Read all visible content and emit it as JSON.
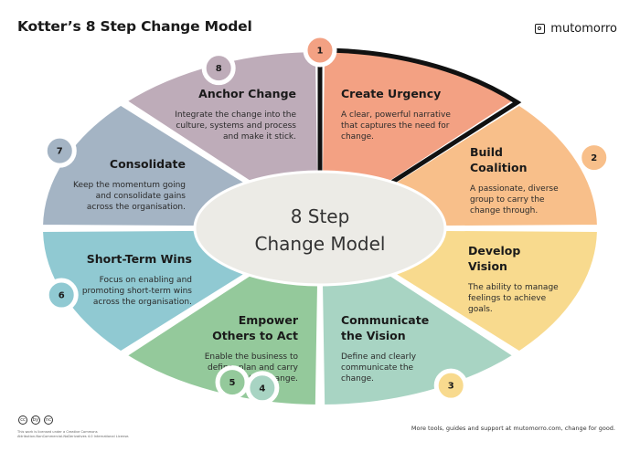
{
  "title": "Kotter’s 8 Step Change Model",
  "brand": {
    "name": "mutomorro"
  },
  "center": {
    "line1": "8 Step",
    "line2": "Change Model"
  },
  "steps": [
    {
      "number": "1",
      "title": [
        "Create Urgency"
      ],
      "desc": [
        "A clear, powerful narrative",
        "that captures the need for",
        "change."
      ],
      "color": "#f3a183"
    },
    {
      "number": "2",
      "title": [
        "Build",
        "Coalition"
      ],
      "desc": [
        "A passionate, diverse",
        "group to carry the",
        "change through."
      ],
      "color": "#f8bf8a"
    },
    {
      "number": "3",
      "title": [
        "Develop",
        "Vision"
      ],
      "desc": [
        "The ability to manage",
        "feelings to achieve",
        "goals."
      ],
      "color": "#f8da8e"
    },
    {
      "number": "4",
      "title": [
        "Communicate",
        "the Vision"
      ],
      "desc": [
        "Define and clearly",
        "communicate the",
        "change."
      ],
      "color": "#a8d4c3"
    },
    {
      "number": "5",
      "title": [
        "Empower",
        "Others to Act"
      ],
      "desc": [
        "Enable the business to",
        "define, plan and carry",
        "out the change."
      ],
      "color": "#94c99b"
    },
    {
      "number": "6",
      "title": [
        "Short-Term Wins"
      ],
      "desc": [
        "Focus on enabling and",
        "promoting short-term wins",
        "across the organisation."
      ],
      "color": "#90c9d2"
    },
    {
      "number": "7",
      "title": [
        "Consolidate"
      ],
      "desc": [
        "Keep the momentum going",
        "and consolidate gains",
        "across the organisation."
      ],
      "color": "#a4b4c4"
    },
    {
      "number": "8",
      "title": [
        "Anchor Change"
      ],
      "desc": [
        "Integrate the change into the",
        "culture, systems and process",
        "and make it stick."
      ],
      "color": "#beacb9"
    }
  ],
  "colors": {
    "center_fill": "#ecebe6",
    "highlight_stroke": "#111111"
  },
  "footer": {
    "tagline": "More tools, guides and support at mutomorro.com, change for good.",
    "license_icons": [
      "cc",
      "by",
      "nc"
    ],
    "license": [
      "This work is licensed under a Creative Commons",
      "Attribution-NonCommercial-NoDerivatives 4.0 International License."
    ]
  }
}
